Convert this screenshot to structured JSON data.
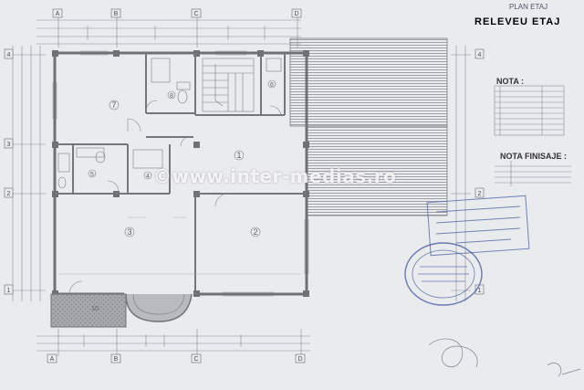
{
  "header": {
    "title": "RELEVEU  ETAJ",
    "subtitle": "PLAN ETAJ"
  },
  "watermark": {
    "text": "www.inter-medias.ro",
    "copyright_symbol": "©"
  },
  "axes": {
    "columns": [
      "A",
      "B",
      "C",
      "D"
    ],
    "rows": [
      "4",
      "3",
      "2",
      "1"
    ]
  },
  "rooms": [
    "7",
    "8",
    "6",
    "1",
    "5",
    "4",
    "3",
    "2",
    "10"
  ],
  "legend": {
    "nota_title": "NOTA :",
    "nota_finisaje_title": "NOTA FINISAJE :"
  },
  "colors": {
    "paper": "#e9ebee",
    "wall": "#7d7f86",
    "line": "#8a8d95",
    "roof": "#b3b5ba",
    "stamp": "#4b5fa0"
  }
}
